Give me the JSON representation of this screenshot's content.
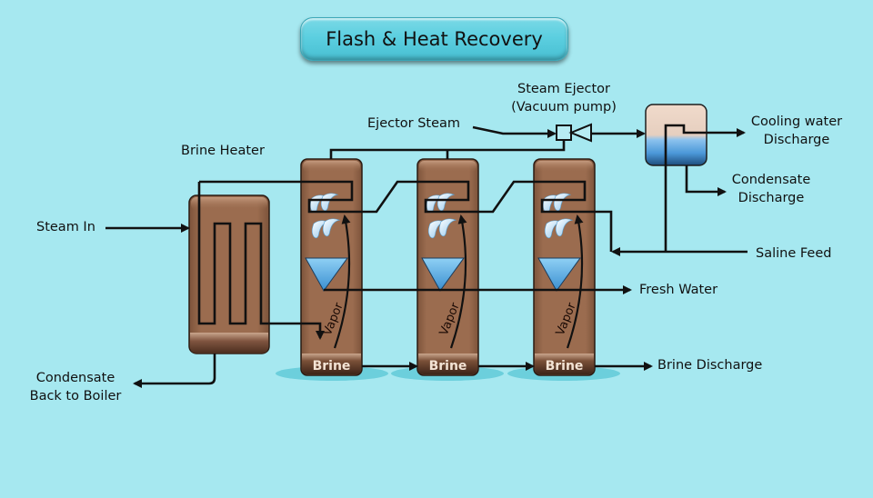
{
  "title": "Flash & Heat Recovery",
  "labels": {
    "brine_heater": "Brine Heater",
    "steam_in": "Steam In",
    "condensate_back_line1": "Condensate",
    "condensate_back_line2": "Back to Boiler",
    "ejector_steam": "Ejector Steam",
    "steam_ejector_line1": "Steam Ejector",
    "steam_ejector_line2": "(Vacuum pump)",
    "cooling_water_line1": "Cooling water",
    "cooling_water_line2": "Discharge",
    "condensate_discharge_line1": "Condensate",
    "condensate_discharge_line2": "Discharge",
    "saline_feed": "Saline Feed",
    "fresh_water": "Fresh Water",
    "brine_discharge": "Brine Discharge"
  },
  "stages": [
    {
      "brine_label": "Brine",
      "vapor_label": "Vapor"
    },
    {
      "brine_label": "Brine",
      "vapor_label": "Vapor"
    },
    {
      "brine_label": "Brine",
      "vapor_label": "Vapor"
    }
  ],
  "colors": {
    "background": "#a6e8f0",
    "vessel": "#9a6b4e",
    "line": "#111111",
    "water": "#5ab3e6"
  }
}
